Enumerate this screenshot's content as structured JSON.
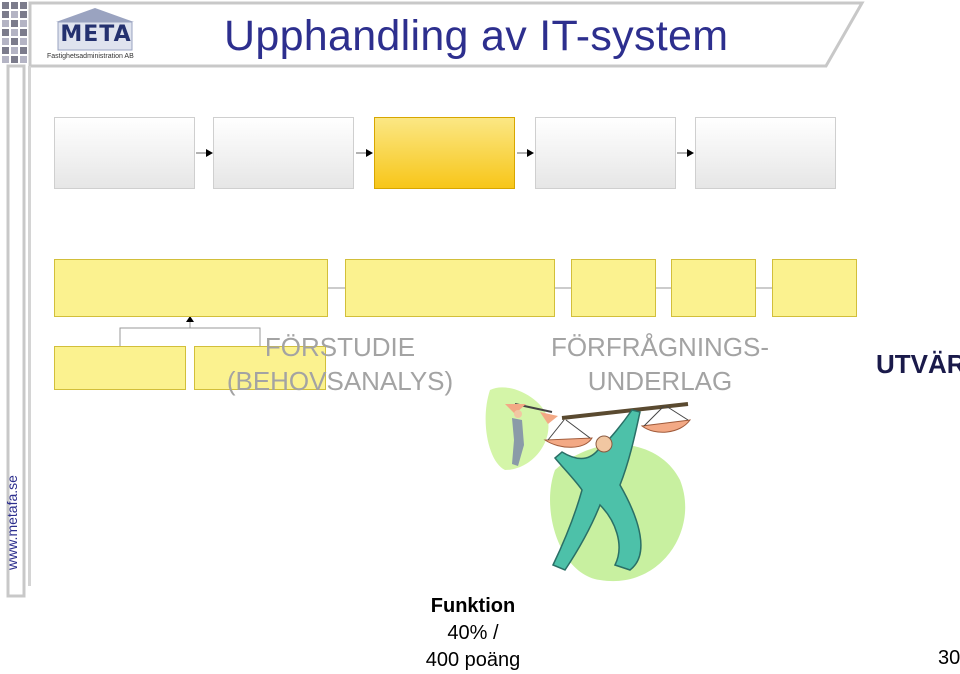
{
  "header": {
    "title": "Upphandling av IT-system",
    "logo": {
      "name": "META",
      "subtitle": "Fastighetsadministration AB"
    },
    "url": "www.metafa.se"
  },
  "process": {
    "phases": [
      {
        "label": "FÖRSTUDIE\n(BEHOVSANALYS)"
      },
      {
        "label": "FÖRFRÅGNINGS-\nUNDERLAG"
      },
      {
        "label": "UTVÄR"
      }
    ],
    "highlight_color": "#f7c619"
  },
  "criteria": {
    "title": "Funktion",
    "line1": "40% /",
    "line2": "400 poäng",
    "edge_value": "30"
  },
  "colors": {
    "title": "#2d2f8e",
    "box_yellow": "#fbf28f",
    "box_grey": "#ececec"
  }
}
